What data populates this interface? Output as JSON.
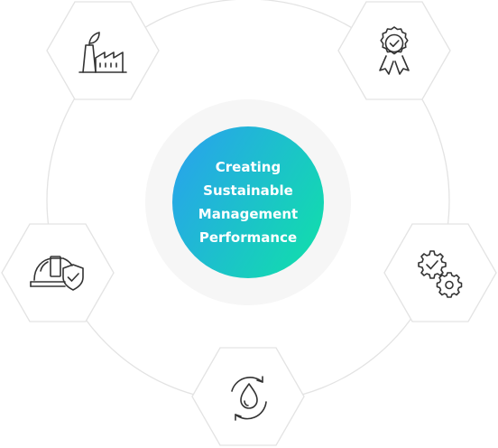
{
  "center": {
    "title": "Creating\nSustainable\nManagement\nPerformance"
  },
  "colors": {
    "gradient_start": "#2a9ff0",
    "gradient_end": "#0fe2a7",
    "outline": "#e3e3e3",
    "icon": "#333333"
  },
  "nodes": [
    {
      "id": "factory",
      "icon": "factory-icon"
    },
    {
      "id": "certification",
      "icon": "award-badge-icon"
    },
    {
      "id": "safety",
      "icon": "hardhat-shield-icon"
    },
    {
      "id": "process",
      "icon": "gears-check-icon"
    },
    {
      "id": "water",
      "icon": "water-cycle-icon"
    }
  ]
}
